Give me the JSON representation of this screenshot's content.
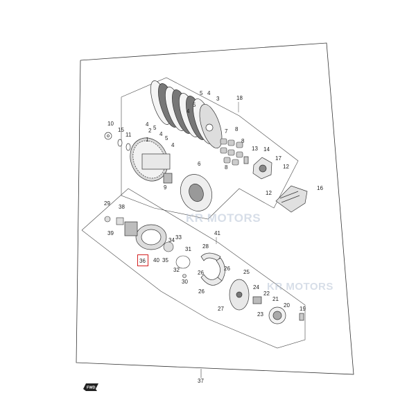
{
  "diagram": {
    "assembly_label": "37",
    "highlighted_part": "36",
    "direction_marker": "FWD",
    "watermark": "KR MOTORS",
    "accent_color": "#d32020",
    "watermark_color": "#b8c4d6",
    "part_labels": [
      {
        "id": "18",
        "text": "18"
      },
      {
        "id": "5a",
        "text": "5"
      },
      {
        "id": "4a",
        "text": "4"
      },
      {
        "id": "3",
        "text": "3"
      },
      {
        "id": "5b",
        "text": "5"
      },
      {
        "id": "4b",
        "text": "4"
      },
      {
        "id": "10",
        "text": "10"
      },
      {
        "id": "15",
        "text": "15"
      },
      {
        "id": "11",
        "text": "11"
      },
      {
        "id": "4c",
        "text": "4"
      },
      {
        "id": "2",
        "text": "2"
      },
      {
        "id": "5c",
        "text": "5"
      },
      {
        "id": "1",
        "text": "1"
      },
      {
        "id": "4d",
        "text": "4"
      },
      {
        "id": "5d",
        "text": "5"
      },
      {
        "id": "4e",
        "text": "4"
      },
      {
        "id": "7",
        "text": "7"
      },
      {
        "id": "8a",
        "text": "8"
      },
      {
        "id": "8b",
        "text": "8"
      },
      {
        "id": "8c",
        "text": "8"
      },
      {
        "id": "13",
        "text": "13"
      },
      {
        "id": "14",
        "text": "14"
      },
      {
        "id": "17",
        "text": "17"
      },
      {
        "id": "12a",
        "text": "12"
      },
      {
        "id": "6",
        "text": "6"
      },
      {
        "id": "9",
        "text": "9"
      },
      {
        "id": "16",
        "text": "16"
      },
      {
        "id": "12b",
        "text": "12"
      },
      {
        "id": "29",
        "text": "29"
      },
      {
        "id": "38",
        "text": "38"
      },
      {
        "id": "39",
        "text": "39"
      },
      {
        "id": "41",
        "text": "41"
      },
      {
        "id": "33",
        "text": "33"
      },
      {
        "id": "34",
        "text": "34"
      },
      {
        "id": "40",
        "text": "40"
      },
      {
        "id": "35",
        "text": "35"
      },
      {
        "id": "28",
        "text": "28"
      },
      {
        "id": "31",
        "text": "31"
      },
      {
        "id": "32",
        "text": "32"
      },
      {
        "id": "26a",
        "text": "26"
      },
      {
        "id": "26b",
        "text": "26"
      },
      {
        "id": "30",
        "text": "30"
      },
      {
        "id": "25",
        "text": "25"
      },
      {
        "id": "26c",
        "text": "26"
      },
      {
        "id": "24",
        "text": "24"
      },
      {
        "id": "22",
        "text": "22"
      },
      {
        "id": "27",
        "text": "27"
      },
      {
        "id": "21",
        "text": "21"
      },
      {
        "id": "20",
        "text": "20"
      },
      {
        "id": "19",
        "text": "19"
      },
      {
        "id": "23",
        "text": "23"
      }
    ]
  }
}
